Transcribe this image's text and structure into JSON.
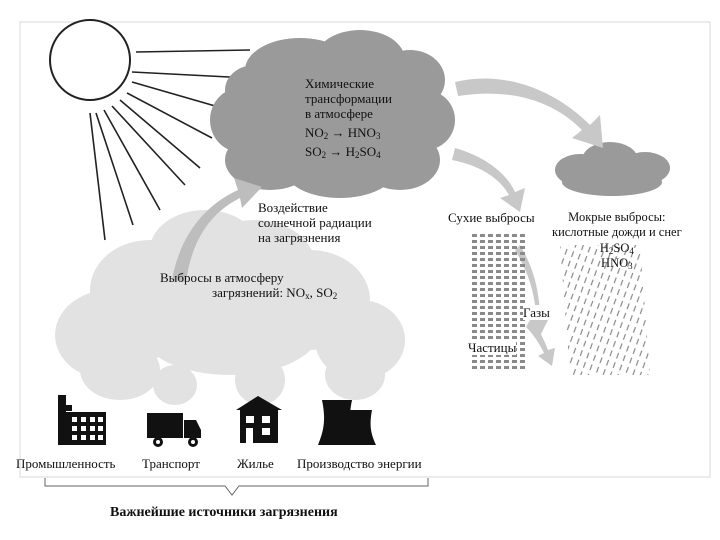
{
  "cloud": {
    "line1": "Химические",
    "line2": "трансформации",
    "line3": "в атмосфере",
    "r1_lhs": "NO",
    "r1_lhs_sub": "2",
    "r1_arrow": "→",
    "r1_rhs": "HNO",
    "r1_rhs_sub": "3",
    "r2_lhs": "SO",
    "r2_lhs_sub": "2",
    "r2_arrow": "→",
    "r2_rhs_a": "H",
    "r2_rhs_a_sub": "2",
    "r2_rhs_b": "SO",
    "r2_rhs_b_sub": "4"
  },
  "solar": {
    "line1": "Воздействие",
    "line2": "солнечной радиации",
    "line3": "на загрязнения"
  },
  "emissions": {
    "line1": "Выбросы в атмосферу",
    "line2_a": "загрязнений: NO",
    "line2_sub": "x",
    "line2_b": ", SO",
    "line2_sub2": "2"
  },
  "dry": {
    "title": "Сухие выбросы",
    "gases": "Газы",
    "particles": "Частицы"
  },
  "wet": {
    "line1": "Мокрые выбросы:",
    "line2": "кислотные дожди и снег",
    "f1": "H",
    "f1_sub": "2",
    "f1_b": "SO",
    "f1_sub2": "4",
    "f2": "HNO",
    "f2_sub": "3"
  },
  "sources": {
    "industry": "Промышленность",
    "transport": "Транспорт",
    "housing": "Жилье",
    "energy": "Производство энергии",
    "caption": "Важнейшие источники загрязнения"
  },
  "colors": {
    "smoke": "#e2e2e2",
    "cloud": "#9a9a9a",
    "arrow": "#bdbdbd",
    "ink": "#111111"
  }
}
